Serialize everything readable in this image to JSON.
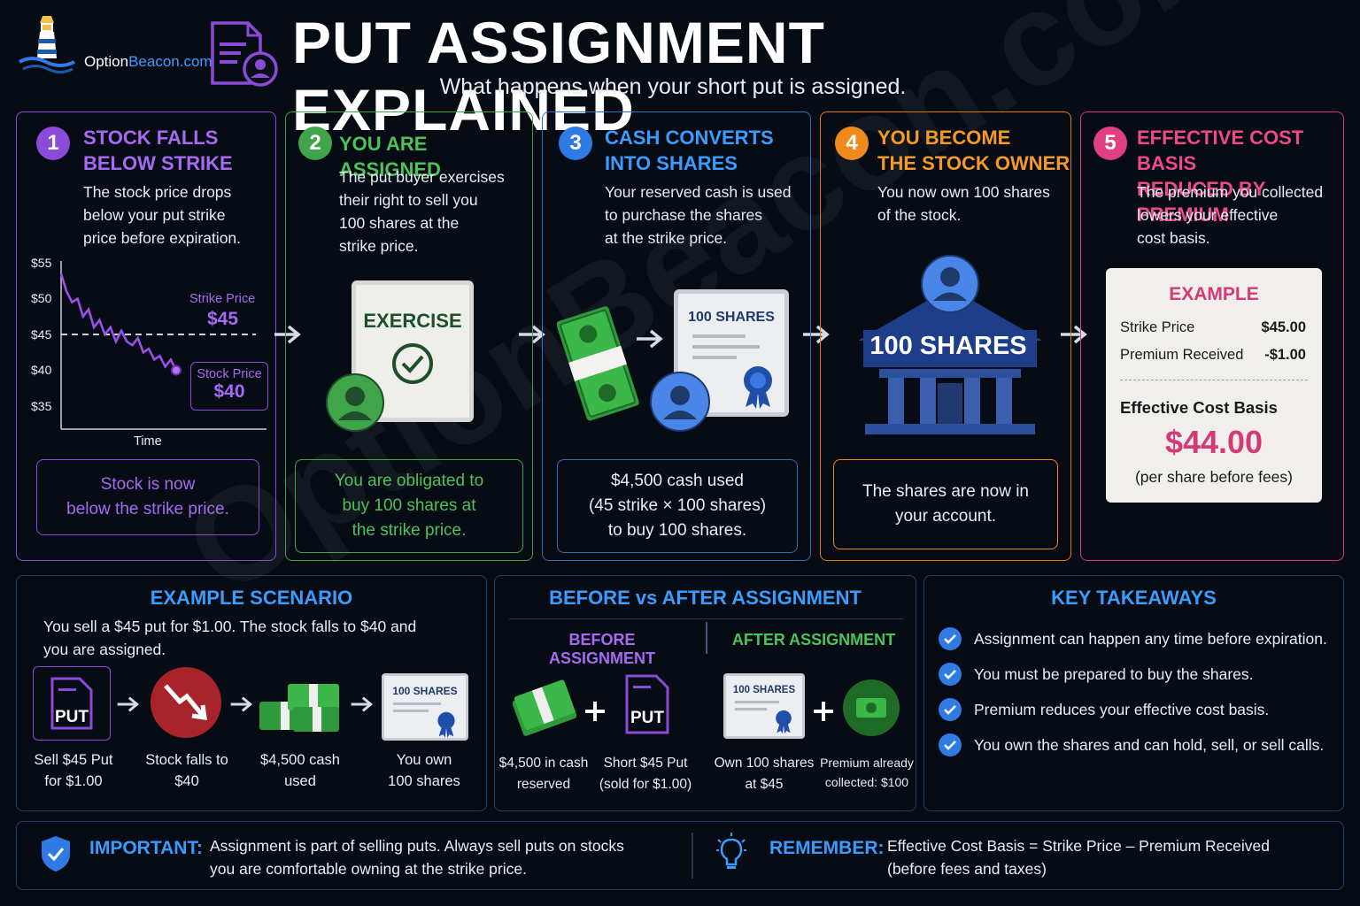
{
  "header": {
    "logo_text_a": "Option",
    "logo_text_b": "Beacon.com",
    "title": "PUT ASSIGNMENT EXPLAINED",
    "subtitle": "What happens when your short put is assigned."
  },
  "steps": [
    {
      "num": "1",
      "title_l1": "STOCK FALLS",
      "title_l2": "BELOW STRIKE",
      "desc": [
        "The stock price drops",
        "below your put strike",
        "price before expiration."
      ],
      "box": [
        "Stock is now",
        "below the strike price."
      ],
      "color": "#8a4bd8"
    },
    {
      "num": "2",
      "title_l1": "YOU ARE ASSIGNED",
      "desc": [
        "The put buyer exercises",
        "their right to sell you",
        "100 shares at the",
        "strike price."
      ],
      "card_label": "EXERCISE",
      "box": [
        "You are obligated to",
        "buy 100 shares at",
        "the strike price."
      ],
      "color": "#3fa44a"
    },
    {
      "num": "3",
      "title_l1": "CASH CONVERTS",
      "title_l2": "INTO SHARES",
      "desc": [
        "Your reserved cash is used",
        "to purchase the shares",
        "at the strike price."
      ],
      "cert_label": "100 SHARES",
      "box": [
        "$4,500 cash used",
        "(45 strike × 100 shares)",
        "to buy 100 shares."
      ],
      "color": "#2f7ae5"
    },
    {
      "num": "4",
      "title_l1": "YOU BECOME",
      "title_l2": "THE STOCK OWNER",
      "desc": [
        "You now own 100 shares",
        "of the stock."
      ],
      "bank_label": "100 SHARES",
      "box": [
        "The shares are now in",
        "your account."
      ],
      "color": "#f08a1c"
    },
    {
      "num": "5",
      "title_l1": "EFFECTIVE COST BASIS",
      "title_l2": "REDUCED BY PREMIUM",
      "desc": [
        "The premium you collected",
        "lowers your effective",
        "cost basis."
      ],
      "color": "#e0407f"
    }
  ],
  "chart_data": {
    "type": "line",
    "xlabel": "Time",
    "ylabel": "",
    "ylim": [
      35,
      55
    ],
    "y_ticks": [
      "$55",
      "$50",
      "$45",
      "$40",
      "$35"
    ],
    "series": [
      {
        "values": [
          53.5,
          51,
          49.5,
          50,
          47.5,
          48.5,
          46,
          47,
          45,
          46,
          44,
          45.5,
          44,
          43.5,
          44.5,
          42.5,
          43,
          41.5,
          42,
          40.5,
          41.5,
          40
        ]
      }
    ],
    "strike": 45,
    "annotations": {
      "strike_label": "Strike Price",
      "strike_value": "$45",
      "stock_label": "Stock Price",
      "stock_value": "$40"
    }
  },
  "example": {
    "title": "EXAMPLE",
    "rows": [
      {
        "label": "Strike Price",
        "value": "$45.00"
      },
      {
        "label": "Premium Received",
        "value": "-$1.00"
      }
    ],
    "basis_label": "Effective Cost Basis",
    "basis_value": "$44.00",
    "basis_note": "(per share before fees)"
  },
  "scenario": {
    "title": "EXAMPLE SCENARIO",
    "desc_l1": "You sell a $45 put for $1.00. The stock falls to $40 and",
    "desc_l2": "you are assigned.",
    "put_label": "PUT",
    "cert_label": "100 SHARES",
    "items": [
      {
        "l1": "Sell $45 Put",
        "l2": "for $1.00"
      },
      {
        "l1": "Stock falls to",
        "l2": "$40"
      },
      {
        "l1": "$4,500 cash",
        "l2": "used"
      },
      {
        "l1": "You own",
        "l2": "100 shares"
      }
    ]
  },
  "compare": {
    "title": "BEFORE vs AFTER ASSIGNMENT",
    "before": "BEFORE ASSIGNMENT",
    "after": "AFTER ASSIGNMENT",
    "put_label": "PUT",
    "cert_label": "100 SHARES",
    "items": [
      {
        "l1": "$4,500 in cash",
        "l2": "reserved"
      },
      {
        "l1": "Short $45 Put",
        "l2": "(sold for $1.00)"
      },
      {
        "l1": "Own 100 shares",
        "l2": "at $45"
      },
      {
        "l1": "Premium already",
        "l2": "collected: $100"
      }
    ]
  },
  "takeaways": {
    "title": "KEY TAKEAWAYS",
    "items": [
      "Assignment can happen any time before expiration.",
      "You must be prepared to buy the shares.",
      "Premium reduces your effective cost basis.",
      "You own the shares and can hold, sell, or sell calls."
    ]
  },
  "footer": {
    "important_label": "IMPORTANT:",
    "important_l1": "Assignment is part of selling puts. Always sell puts on stocks",
    "important_l2": "you are comfortable owning at the strike price.",
    "remember_label": "REMEMBER:",
    "remember_l1": "Effective Cost Basis = Strike Price – Premium Received",
    "remember_l2": "(before fees and taxes)"
  },
  "watermark": "OptionBeacon.com"
}
